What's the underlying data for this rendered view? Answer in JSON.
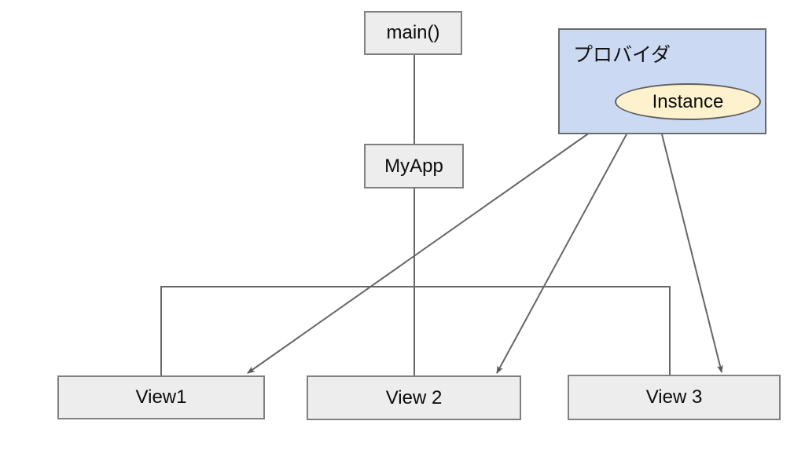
{
  "diagram": {
    "title": "Flutter provider / widget-tree diagram",
    "nodes": {
      "main": {
        "label": "main()"
      },
      "myapp": {
        "label": "MyApp"
      },
      "provider": {
        "label": "プロバイダ"
      },
      "instance": {
        "label": "Instance"
      },
      "view1": {
        "label": "View1"
      },
      "view2": {
        "label": "View 2"
      },
      "view3": {
        "label": "View 3"
      }
    },
    "edges": [
      {
        "from": "main",
        "to": "myapp",
        "style": "plain"
      },
      {
        "from": "myapp",
        "to": "view1",
        "style": "plain-elbow"
      },
      {
        "from": "myapp",
        "to": "view2",
        "style": "plain"
      },
      {
        "from": "myapp",
        "to": "view3",
        "style": "plain-elbow"
      },
      {
        "from": "provider",
        "to": "view1",
        "style": "arrow"
      },
      {
        "from": "provider",
        "to": "view2",
        "style": "arrow"
      },
      {
        "from": "provider",
        "to": "view3",
        "style": "arrow"
      }
    ],
    "colors": {
      "background": "#ffffff",
      "node_fill": "#ededed",
      "node_border": "#808080",
      "provider_fill": "#cbdaf2",
      "provider_border": "#6b6b6b",
      "instance_fill": "#fdf2cd",
      "instance_border": "#5f5f5f",
      "line": "#666666",
      "arrowhead": "#595959",
      "text": "#0b0b0b"
    }
  }
}
